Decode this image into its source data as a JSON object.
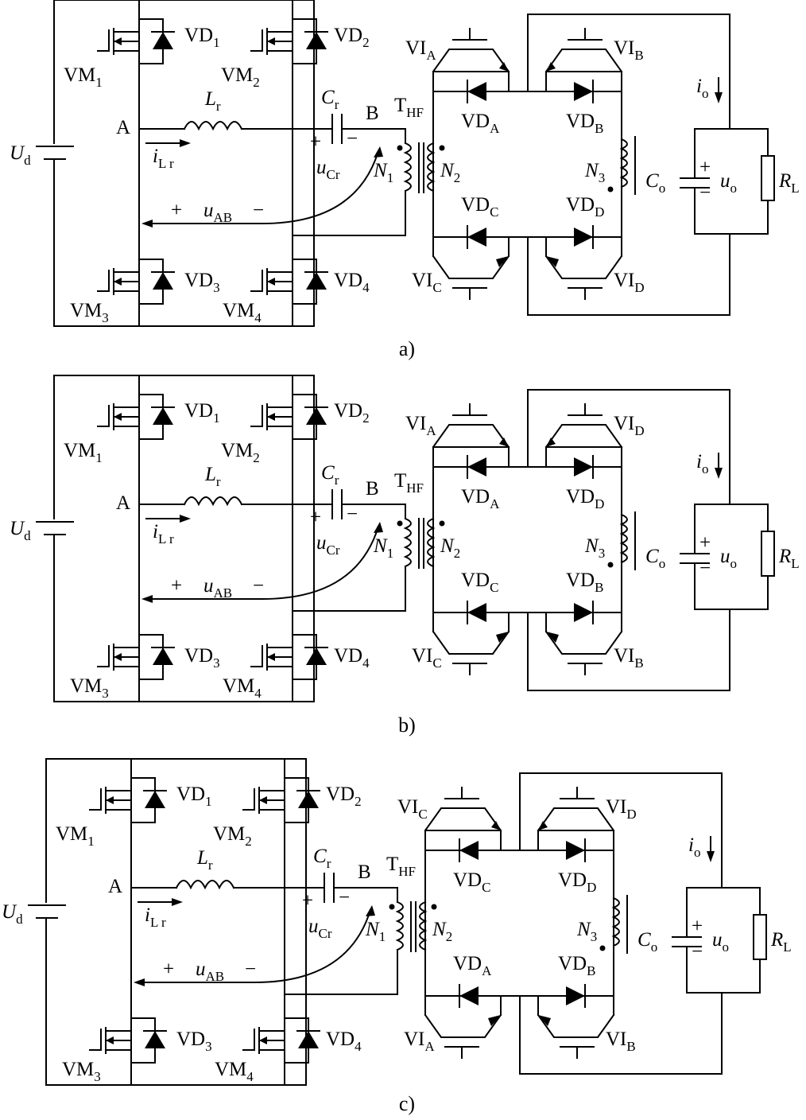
{
  "panels": [
    {
      "caption": "a)",
      "labels": {
        "vm1": "VM",
        "vm1_sub": "1",
        "vm2": "VM",
        "vm2_sub": "2",
        "vm3": "VM",
        "vm3_sub": "3",
        "vm4": "VM",
        "vm4_sub": "4",
        "vd1": "VD",
        "vd1_sub": "1",
        "vd2": "VD",
        "vd2_sub": "2",
        "vd3": "VD",
        "vd3_sub": "3",
        "vd4": "VD",
        "vd4_sub": "4",
        "ud": "U",
        "ud_sub": "d",
        "node_a": "A",
        "node_b": "B",
        "lr": "L",
        "lr_sub": "r",
        "ilr": "i",
        "ilr_sub": "L r",
        "cr": "C",
        "cr_sub": "r",
        "ucr": "u",
        "ucr_sub": "Cr",
        "cr_plus": "+",
        "cr_minus": "−",
        "uab": "u",
        "uab_sub": "AB",
        "uab_plus": "+",
        "uab_minus": "−",
        "thf": "T",
        "thf_sub": "HF",
        "n1": "N",
        "n1_sub": "1",
        "n2": "N",
        "n2_sub": "2",
        "n3": "N",
        "n3_sub": "3",
        "vi_tl": "VI",
        "vi_tl_sub": "A",
        "vi_tr": "VI",
        "vi_tr_sub": "B",
        "vi_bl": "VI",
        "vi_bl_sub": "C",
        "vi_br": "VI",
        "vi_br_sub": "D",
        "vd_tl": "VD",
        "vd_tl_sub": "A",
        "vd_tr": "VD",
        "vd_tr_sub": "B",
        "vd_bl": "VD",
        "vd_bl_sub": "C",
        "vd_br": "VD",
        "vd_br_sub": "D",
        "io": "i",
        "io_sub": "o",
        "co": "C",
        "co_sub": "o",
        "uo": "u",
        "uo_sub": "o",
        "co_plus": "+",
        "co_minus": "−",
        "rl": "R",
        "rl_sub": "L"
      }
    },
    {
      "caption": "b)",
      "labels": {
        "vm1": "VM",
        "vm1_sub": "1",
        "vm2": "VM",
        "vm2_sub": "2",
        "vm3": "VM",
        "vm3_sub": "3",
        "vm4": "VM",
        "vm4_sub": "4",
        "vd1": "VD",
        "vd1_sub": "1",
        "vd2": "VD",
        "vd2_sub": "2",
        "vd3": "VD",
        "vd3_sub": "3",
        "vd4": "VD",
        "vd4_sub": "4",
        "ud": "U",
        "ud_sub": "d",
        "node_a": "A",
        "node_b": "B",
        "lr": "L",
        "lr_sub": "r",
        "ilr": "i",
        "ilr_sub": "L r",
        "cr": "C",
        "cr_sub": "r",
        "ucr": "u",
        "ucr_sub": "Cr",
        "cr_plus": "+",
        "cr_minus": "−",
        "uab": "u",
        "uab_sub": "AB",
        "uab_plus": "+",
        "uab_minus": "−",
        "thf": "T",
        "thf_sub": "HF",
        "n1": "N",
        "n1_sub": "1",
        "n2": "N",
        "n2_sub": "2",
        "n3": "N",
        "n3_sub": "3",
        "vi_tl": "VI",
        "vi_tl_sub": "A",
        "vi_tr": "VI",
        "vi_tr_sub": "D",
        "vi_bl": "VI",
        "vi_bl_sub": "C",
        "vi_br": "VI",
        "vi_br_sub": "B",
        "vd_tl": "VD",
        "vd_tl_sub": "A",
        "vd_tr": "VD",
        "vd_tr_sub": "D",
        "vd_bl": "VD",
        "vd_bl_sub": "C",
        "vd_br": "VD",
        "vd_br_sub": "B",
        "io": "i",
        "io_sub": "o",
        "co": "C",
        "co_sub": "o",
        "uo": "u",
        "uo_sub": "o",
        "co_plus": "+",
        "co_minus": "−",
        "rl": "R",
        "rl_sub": "L"
      }
    },
    {
      "caption": "c)",
      "labels": {
        "vm1": "VM",
        "vm1_sub": "1",
        "vm2": "VM",
        "vm2_sub": "2",
        "vm3": "VM",
        "vm3_sub": "3",
        "vm4": "VM",
        "vm4_sub": "4",
        "vd1": "VD",
        "vd1_sub": "1",
        "vd2": "VD",
        "vd2_sub": "2",
        "vd3": "VD",
        "vd3_sub": "3",
        "vd4": "VD",
        "vd4_sub": "4",
        "ud": "U",
        "ud_sub": "d",
        "node_a": "A",
        "node_b": "B",
        "lr": "L",
        "lr_sub": "r",
        "ilr": "i",
        "ilr_sub": "L r",
        "cr": "C",
        "cr_sub": "r",
        "ucr": "u",
        "ucr_sub": "Cr",
        "cr_plus": "+",
        "cr_minus": "−",
        "uab": "u",
        "uab_sub": "AB",
        "uab_plus": "+",
        "uab_minus": "−",
        "thf": "T",
        "thf_sub": "HF",
        "n1": "N",
        "n1_sub": "1",
        "n2": "N",
        "n2_sub": "2",
        "n3": "N",
        "n3_sub": "3",
        "vi_tl": "VI",
        "vi_tl_sub": "C",
        "vi_tr": "VI",
        "vi_tr_sub": "D",
        "vi_bl": "VI",
        "vi_bl_sub": "A",
        "vi_br": "VI",
        "vi_br_sub": "B",
        "vd_tl": "VD",
        "vd_tl_sub": "C",
        "vd_tr": "VD",
        "vd_tr_sub": "D",
        "vd_bl": "VD",
        "vd_bl_sub": "A",
        "vd_br": "VD",
        "vd_br_sub": "B",
        "io": "i",
        "io_sub": "o",
        "co": "C",
        "co_sub": "o",
        "uo": "u",
        "uo_sub": "o",
        "co_plus": "+",
        "co_minus": "−",
        "rl": "R",
        "rl_sub": "L"
      }
    }
  ]
}
